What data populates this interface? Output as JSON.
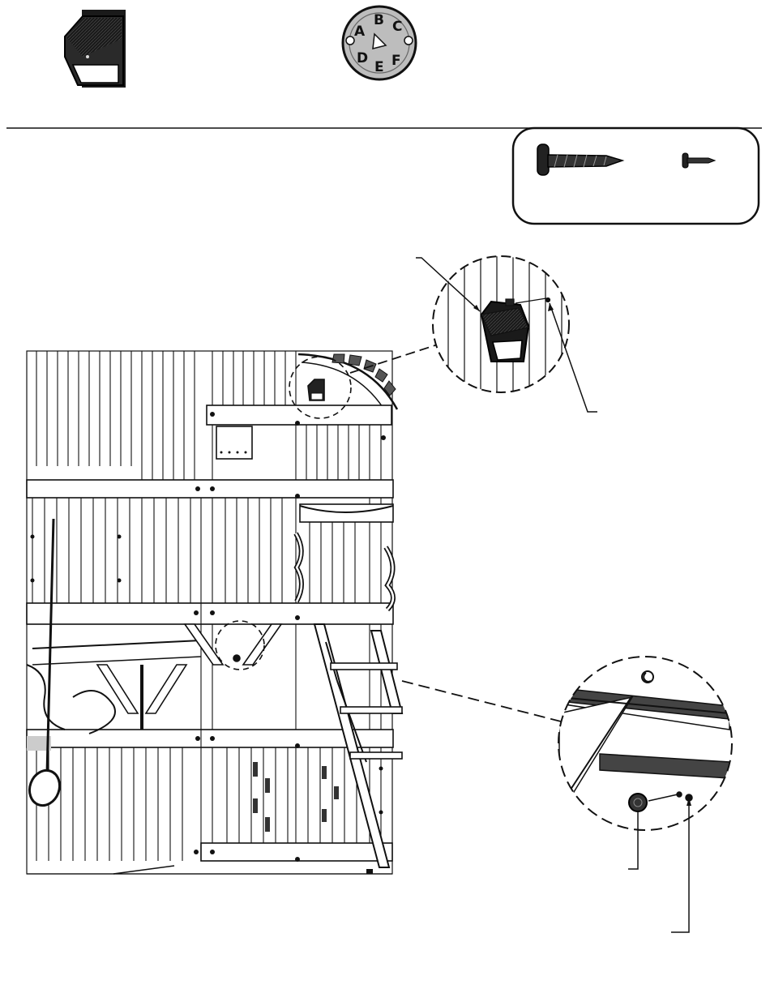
{
  "parts": {
    "solar_light": {
      "icon": "solar-light-icon"
    },
    "dial": {
      "icon": "dial-icon",
      "letters": [
        "A",
        "B",
        "C",
        "D",
        "E",
        "F"
      ]
    },
    "hardware": [
      {
        "icon": "wafer-head-screw-icon"
      },
      {
        "icon": "small-screw-icon"
      }
    ]
  },
  "colors": {
    "ink": "#111111",
    "panel": "#ffffff",
    "shade": "#555555",
    "dial_fill": "#bdbdbd"
  }
}
